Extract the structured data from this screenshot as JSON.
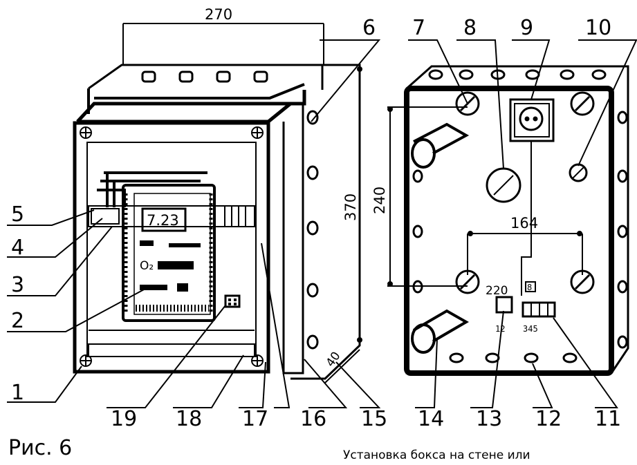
{
  "figure": {
    "caption": "Рис. 6",
    "subcaption": "Установка бокса на стене или"
  },
  "dimensions": {
    "width_top": "270",
    "height_right": "370",
    "depth": "40",
    "mount_height": "240",
    "mount_width": "164"
  },
  "display": {
    "reading": "7.23"
  },
  "device": {
    "unit_label": "O₂"
  },
  "terminals": {
    "voltage": "220",
    "left_block": "12",
    "right_block_label": "8",
    "right_block": "345"
  },
  "callouts": [
    "1",
    "2",
    "3",
    "4",
    "5",
    "6",
    "7",
    "8",
    "9",
    "10",
    "11",
    "12",
    "13",
    "14",
    "15",
    "16",
    "17",
    "18",
    "19"
  ]
}
